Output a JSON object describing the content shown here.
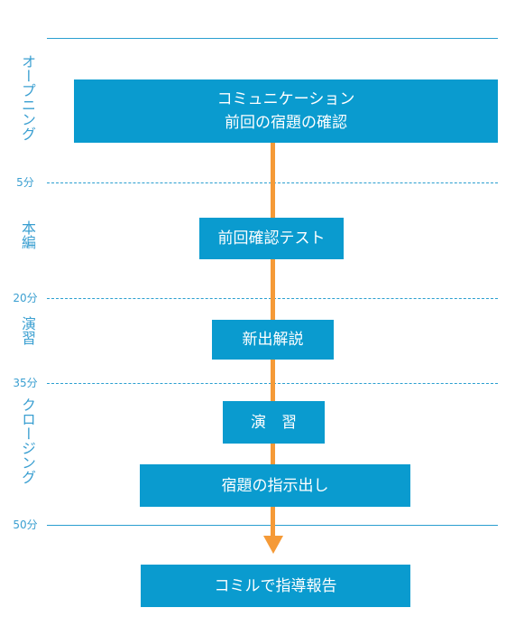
{
  "sections": {
    "opening": "オープニング",
    "main": "本編",
    "practice": "演習",
    "closing": "クロージング"
  },
  "times": {
    "t5": "5分",
    "t20": "20分",
    "t35": "35分",
    "t50": "50分"
  },
  "boxes": {
    "communication_line1": "コミュニケーション",
    "communication_line2": "前回の宿題の確認",
    "review_test": "前回確認テスト",
    "new_explanation": "新出解説",
    "exercise": "演　習",
    "homework": "宿題の指示出し",
    "report": "コミルで指導報告"
  },
  "colors": {
    "box": "#0a9bcf",
    "arrow": "#f59a37",
    "line": "#2a9fd0",
    "label": "#3a9fd1"
  }
}
